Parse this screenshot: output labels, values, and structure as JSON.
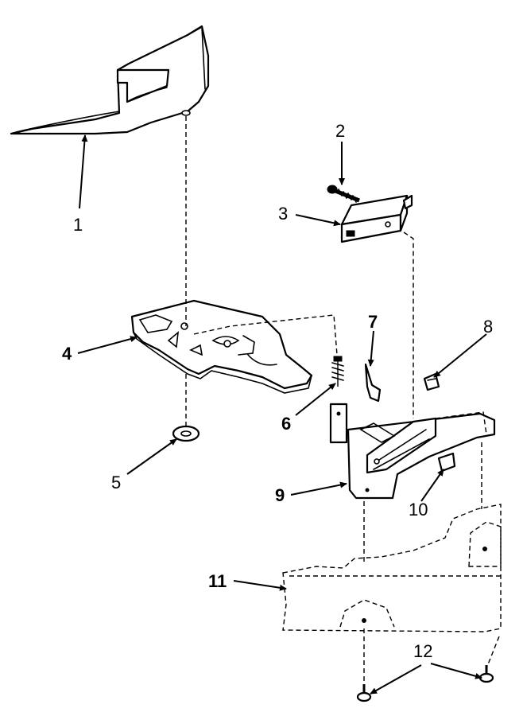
{
  "callouts": {
    "c1": "1",
    "c2": "2",
    "c3": "3",
    "c4": "4",
    "c5": "5",
    "c6": "6",
    "c7": "7",
    "c8": "8",
    "c9": "9",
    "c10": "10",
    "c11": "11",
    "c12": "12"
  },
  "colors": {
    "ink": "#000000",
    "paper": "#ffffff"
  }
}
